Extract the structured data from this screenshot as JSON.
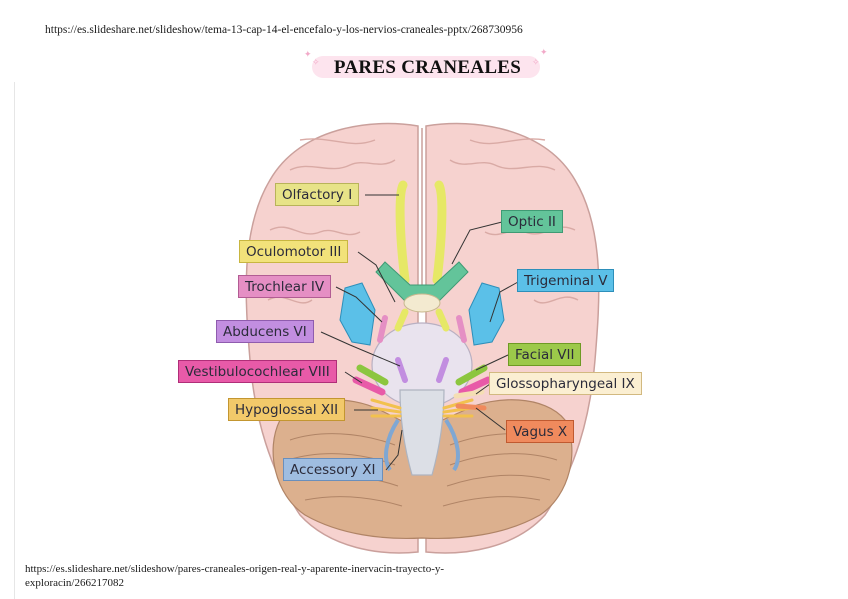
{
  "source_url_top": "https://es.slideshare.net/slideshow/tema-13-cap-14-el-encefalo-y-los-nervios-craneales-pptx/268730956",
  "title": "PARES CRANEALES",
  "figure": {
    "labels": {
      "olfactory": "Olfactory I",
      "optic": "Optic II",
      "oculomotor": "Oculomotor III",
      "trochlear": "Trochlear IV",
      "trigeminal": "Trigeminal V",
      "abducens": "Abducens VI",
      "facial": "Facial VII",
      "vestibulocochlear": "Vestibulocochlear VIII",
      "glossopharyngeal": "Glossopharyngeal IX",
      "vagus": "Vagus X",
      "accessory": "Accessory XI",
      "hypoglossal": "Hypoglossal XII"
    },
    "colors": {
      "brain": "#f6d2cf",
      "cerebellum": "#dcb08e",
      "olfactory": "#e6e866",
      "optic": "#63c49a",
      "oculomotor": "#e6e866",
      "trochlear": "#e58fc4",
      "trigeminal": "#5bc0e8",
      "abducens": "#c28ee0",
      "facial": "#8cc63f",
      "vestibulocochlear": "#e85aa8",
      "glossopharyngeal": "#f5deb3",
      "vagus": "#f08a5d",
      "accessory": "#7fa7d3",
      "hypoglossal": "#f2c14e"
    }
  },
  "source_url_bottom": "https://es.slideshare.net/slideshow/pares-craneales-origen-real-y-aparente-inervacin-trayecto-y-exploracin/266217082"
}
